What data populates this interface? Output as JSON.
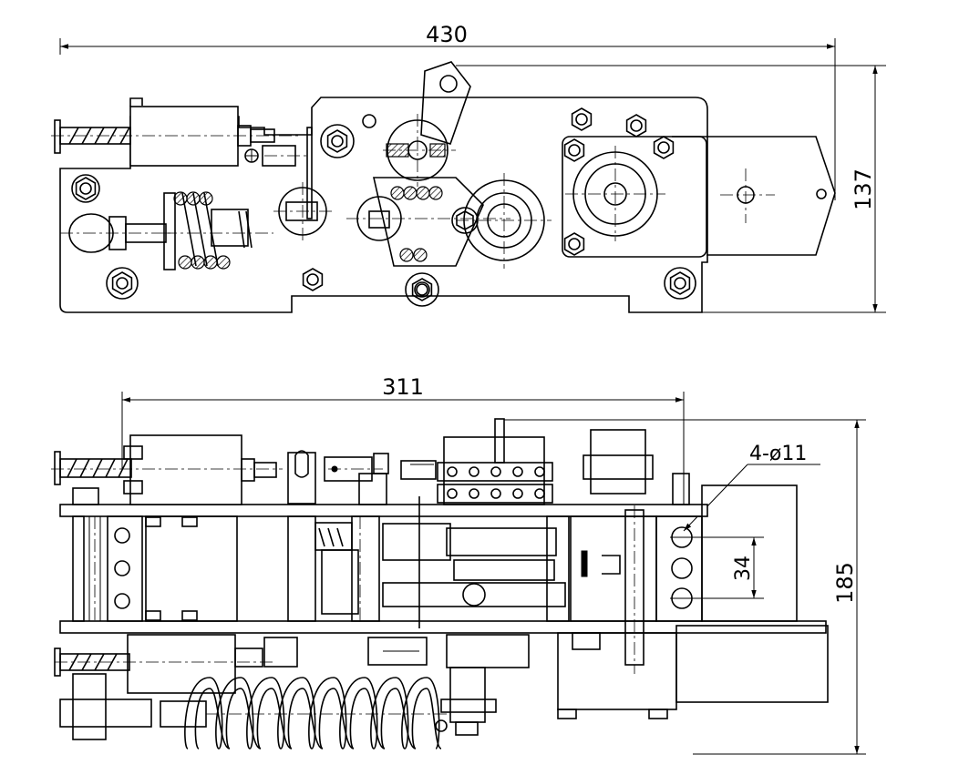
{
  "dimensions": {
    "top_width": "430",
    "top_height": "137",
    "front_width": "311",
    "front_height": "185",
    "hole_spacing": "34",
    "hole_callout": "4-ø11"
  },
  "colors": {
    "line": "#000000",
    "background": "#ffffff"
  }
}
